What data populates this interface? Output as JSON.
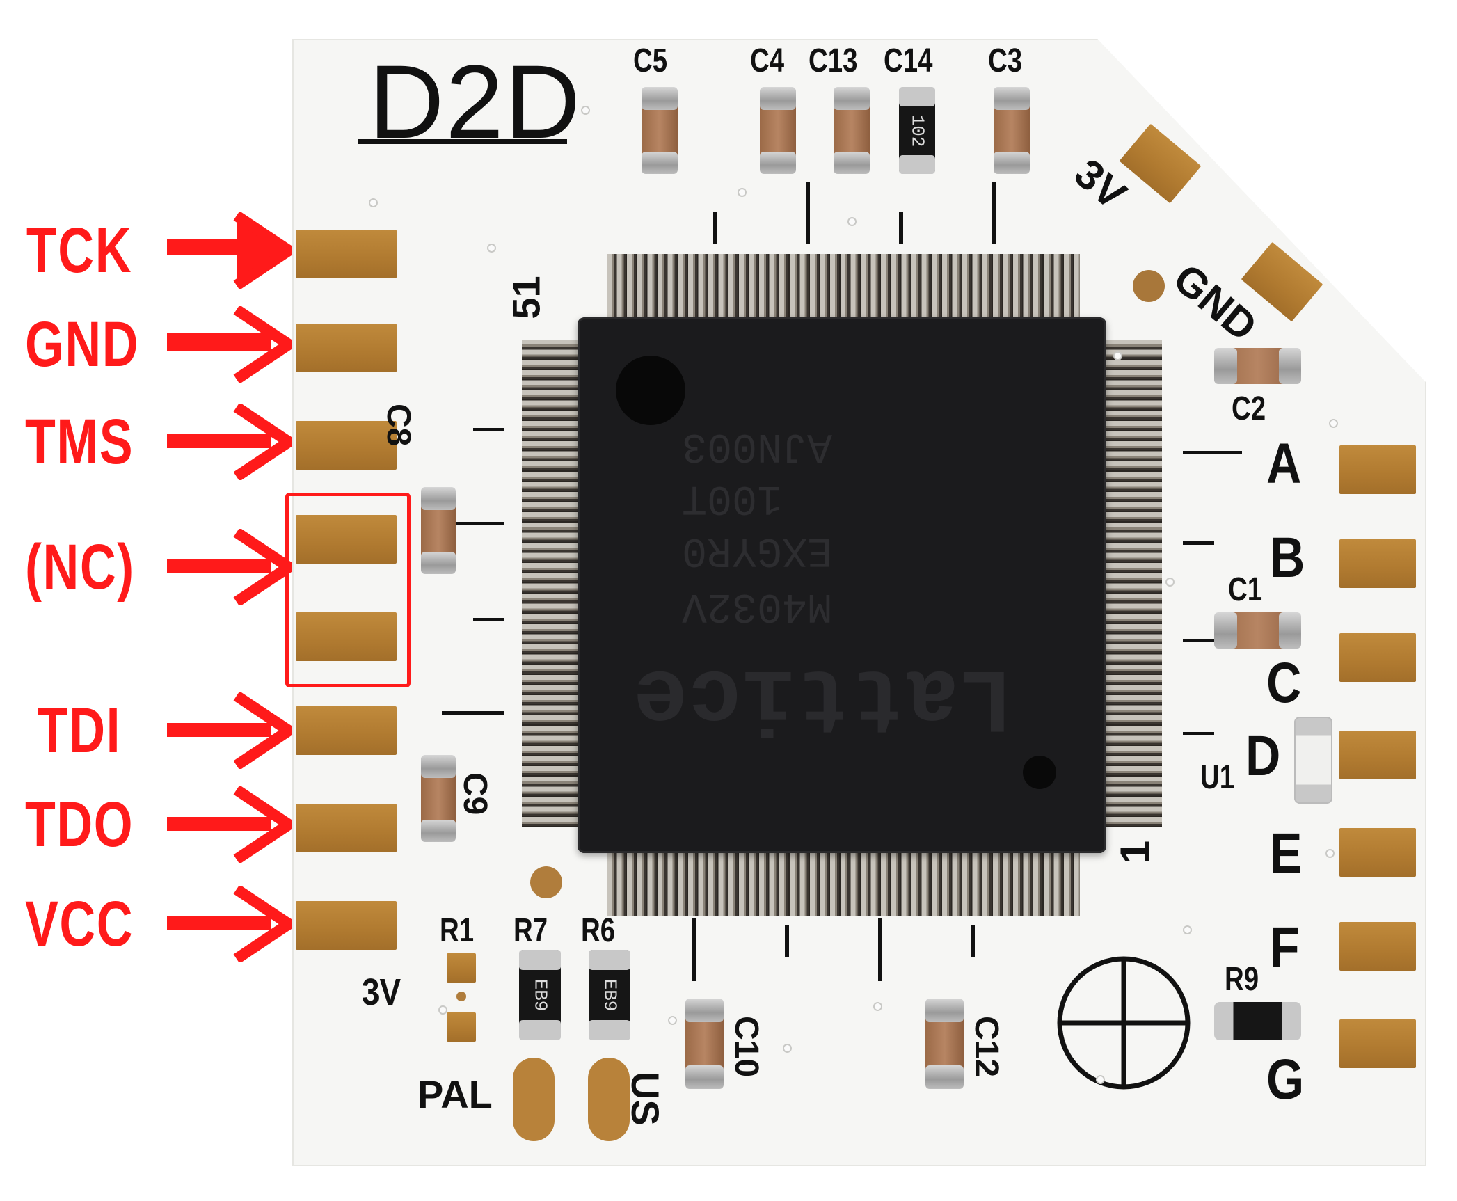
{
  "pin_labels": {
    "tck": "TCK",
    "gnd": "GND",
    "tms": "TMS",
    "nc": "(NC)",
    "tdi": "TDI",
    "tdo": "TDO",
    "vcc": "VCC"
  },
  "board": {
    "logo": "D2D",
    "silkscreen": {
      "c5": "C5",
      "c4": "C4",
      "c13": "C13",
      "c14": "C14",
      "c3": "C3",
      "c8": "C8",
      "c9": "C9",
      "c2": "C2",
      "c1": "C1",
      "c10": "C10",
      "c12": "C12",
      "r1": "R1",
      "r7": "R7",
      "r6": "R6",
      "r9": "R9",
      "u1": "U1",
      "pin51": "51",
      "pin1": "1",
      "v3_left": "3V",
      "v3_corner": "3V",
      "gnd_corner": "GND",
      "pal": "PAL",
      "us": "US"
    },
    "right_pins": [
      "A",
      "B",
      "C",
      "D",
      "E",
      "F",
      "G"
    ],
    "resistor_codes": {
      "r7": "EB9",
      "r6": "EB9",
      "c14": "102"
    },
    "chip_marking": [
      "Lattice",
      "M4032V",
      "EXGYR0",
      "100T",
      "AJN003"
    ]
  },
  "colors": {
    "label_red": "#ff1a1a",
    "pad_gold": "#b8823a",
    "chip_black": "#1b1b1d"
  }
}
